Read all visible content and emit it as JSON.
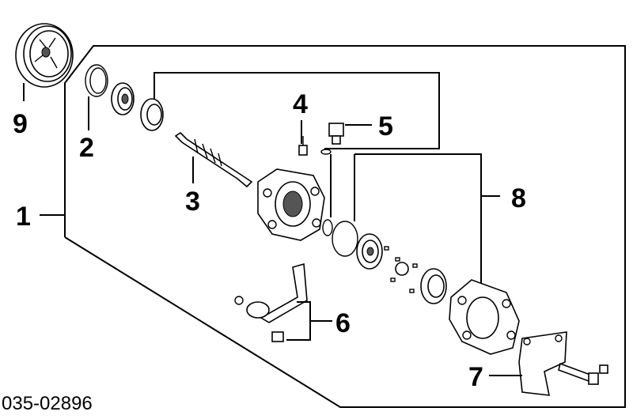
{
  "diagram": {
    "callouts": {
      "c1": "1",
      "c2": "2",
      "c3": "3",
      "c4": "4",
      "c5": "5",
      "c6": "6",
      "c7": "7",
      "c8": "8",
      "c9": "9"
    },
    "catalog_code": "035-02896"
  }
}
